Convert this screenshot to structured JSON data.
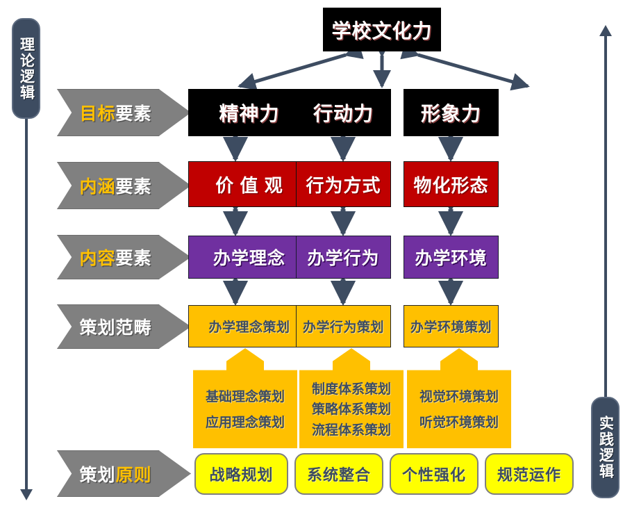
{
  "diagram": {
    "title": "学校文化力",
    "accent_gold": "#FFC000",
    "accent_yellow": "#FFFF00",
    "accent_red": "#C00000",
    "accent_purple": "#7030A0",
    "accent_slate": "#3D4C61",
    "accent_gray": "#808080"
  },
  "rails": {
    "left": {
      "label": "理论逻辑",
      "direction": "down"
    },
    "right": {
      "label": "实践逻辑",
      "direction": "up"
    }
  },
  "row_labels": [
    {
      "plain_a": "",
      "highlight": "目标",
      "plain_b": "要素"
    },
    {
      "plain_a": "",
      "highlight": "内涵",
      "plain_b": "要素"
    },
    {
      "plain_a": "",
      "highlight": "内容",
      "plain_b": "要素"
    },
    {
      "plain_a": "策划范畴",
      "highlight": "",
      "plain_b": ""
    },
    {
      "plain_a": "策划",
      "highlight": "原则",
      "plain_b": ""
    }
  ],
  "rows": {
    "goal": {
      "items": [
        "精神力",
        "行动力",
        "形象力"
      ]
    },
    "connotation": {
      "items": [
        "价 值 观",
        "行为方式",
        "物化形态"
      ]
    },
    "content": {
      "items": [
        "办学理念",
        "办学行为",
        "办学环境"
      ]
    },
    "scope": {
      "items": [
        "办学理念策划",
        "办学行为策划",
        "办学环境策划"
      ]
    },
    "detail": {
      "items": [
        [
          "基础理念策划",
          "应用理念策划"
        ],
        [
          "制度体系策划",
          "策略体系策划",
          "流程体系策划"
        ],
        [
          "视觉环境策划",
          "听觉环境策划"
        ]
      ]
    },
    "principles": {
      "items": [
        "战略规划",
        "系统整合",
        "个性强化",
        "规范运作"
      ]
    }
  }
}
